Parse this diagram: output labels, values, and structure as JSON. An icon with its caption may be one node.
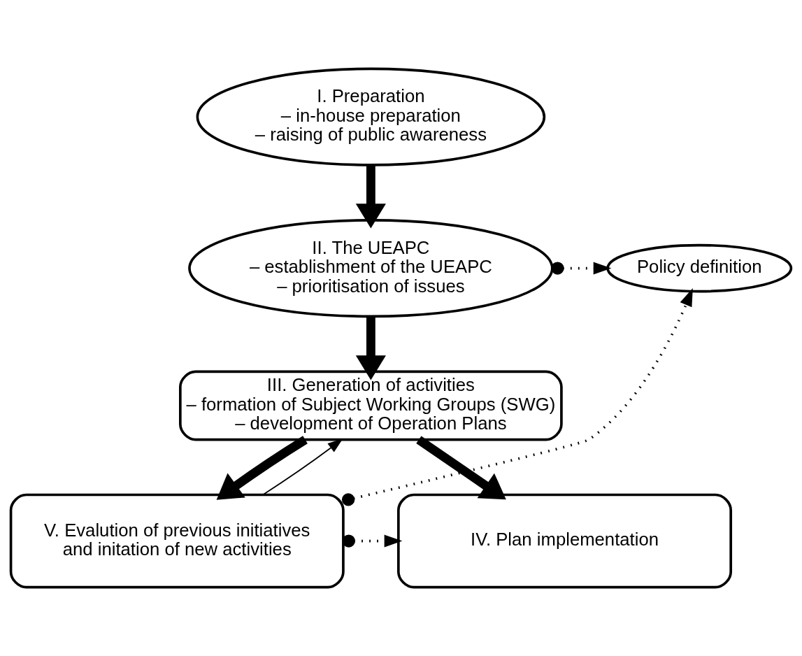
{
  "diagram": {
    "nodes": [
      {
        "text": [
          "I. Preparation",
          "– in-house preparation",
          "– raising of public awareness"
        ]
      },
      {
        "text": [
          "II. The UEAPC",
          "– establishment of the UEAPC",
          "– prioritisation of issues"
        ]
      },
      {
        "text": [
          "Policy definition"
        ]
      },
      {
        "text": [
          "III. Generation of activities",
          "– formation of Subject Working Groups (SWG)",
          "– development of Operation Plans"
        ]
      },
      {
        "text": [
          "V. Evalution of previous initiatives and initation of new activities"
        ]
      },
      {
        "text": [
          "IV. Plan implementation"
        ]
      }
    ],
    "edges": [
      {
        "from": 0,
        "to": 1,
        "arrow": "to",
        "style": "thick"
      },
      {
        "from": 1,
        "to": 2,
        "arrow": "to",
        "style": "dashed"
      },
      {
        "from": 1,
        "to": 3,
        "arrow": "to",
        "style": "thick"
      },
      {
        "from": 4,
        "to": 3,
        "arrow": "to"
      },
      {
        "from": 3,
        "to": 4,
        "arrow": "to",
        "style": "thick"
      },
      {
        "from": 3,
        "to": 5,
        "arrow": "to",
        "style": "thick"
      },
      {
        "from": 4,
        "to": 2,
        "arrow": "to",
        "style": "dashed"
      },
      {
        "from": 4,
        "to": 5,
        "arrow": "to",
        "style": "dashed"
      }
    ]
  }
}
